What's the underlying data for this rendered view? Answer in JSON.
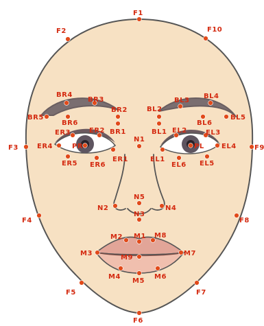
{
  "landmarks": {
    "F1": "F1",
    "F2": "F2",
    "F10": "F10",
    "F3": "F3",
    "F9": "F9",
    "F4": "F4",
    "F8": "F8",
    "F5": "F5",
    "F7": "F7",
    "F6": "F6",
    "BR4": "BR4",
    "BR3": "BR3",
    "BR2": "BR2",
    "BR5": "BR5",
    "BR6": "BR6",
    "BR1": "BR1",
    "BL2": "BL2",
    "BL3": "BL3",
    "BL4": "BL4",
    "BL6": "BL6",
    "BL5": "BL5",
    "BL1": "BL1",
    "ER3": "ER3",
    "ER2": "ER2",
    "ER4": "ER4",
    "PR": "PR",
    "ER1": "ER1",
    "ER5": "ER5",
    "ER6": "ER6",
    "EL2": "EL2",
    "EL3": "EL3",
    "EL4": "EL4",
    "PL": "PL",
    "EL1": "EL1",
    "EL6": "EL6",
    "EL5": "EL5",
    "N1": "N1",
    "N5": "N5",
    "N2": "N2",
    "N4": "N4",
    "N3": "N3",
    "M2": "M2",
    "M1": "M1",
    "M8": "M8",
    "M3": "M3",
    "M9": "M9",
    "M7": "M7",
    "M4": "M4",
    "M5": "M5",
    "M6": "M6"
  },
  "colors": {
    "skin": "#f7e1c3",
    "outline": "#555555",
    "brow": "#7a6e70",
    "iris": "#6b4a3a",
    "lip": "#e2a598",
    "point": "#e14a1a",
    "label": "#d42a10"
  }
}
